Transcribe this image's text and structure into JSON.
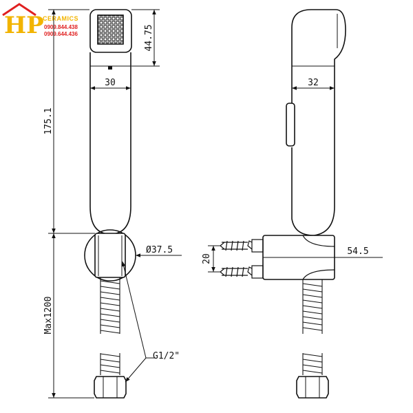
{
  "logo": {
    "initials": "HP",
    "brand": "CERAMICS",
    "phone_1": "0909.844.438",
    "phone_2": "0909.644.436",
    "brand_color": "#f2b400",
    "phone_color": "#e02020"
  },
  "dimensions": {
    "front_head_height": "44.75",
    "front_width": "30",
    "front_total_height": "175.1",
    "hose_max_length": "Max1200",
    "holder_diameter": "Ø37.5",
    "thread_size": "G1/2\"",
    "side_width": "32",
    "holder_depth": "54.5",
    "screw_spacing": "20"
  },
  "colors": {
    "line": "#111111",
    "background": "#ffffff"
  }
}
